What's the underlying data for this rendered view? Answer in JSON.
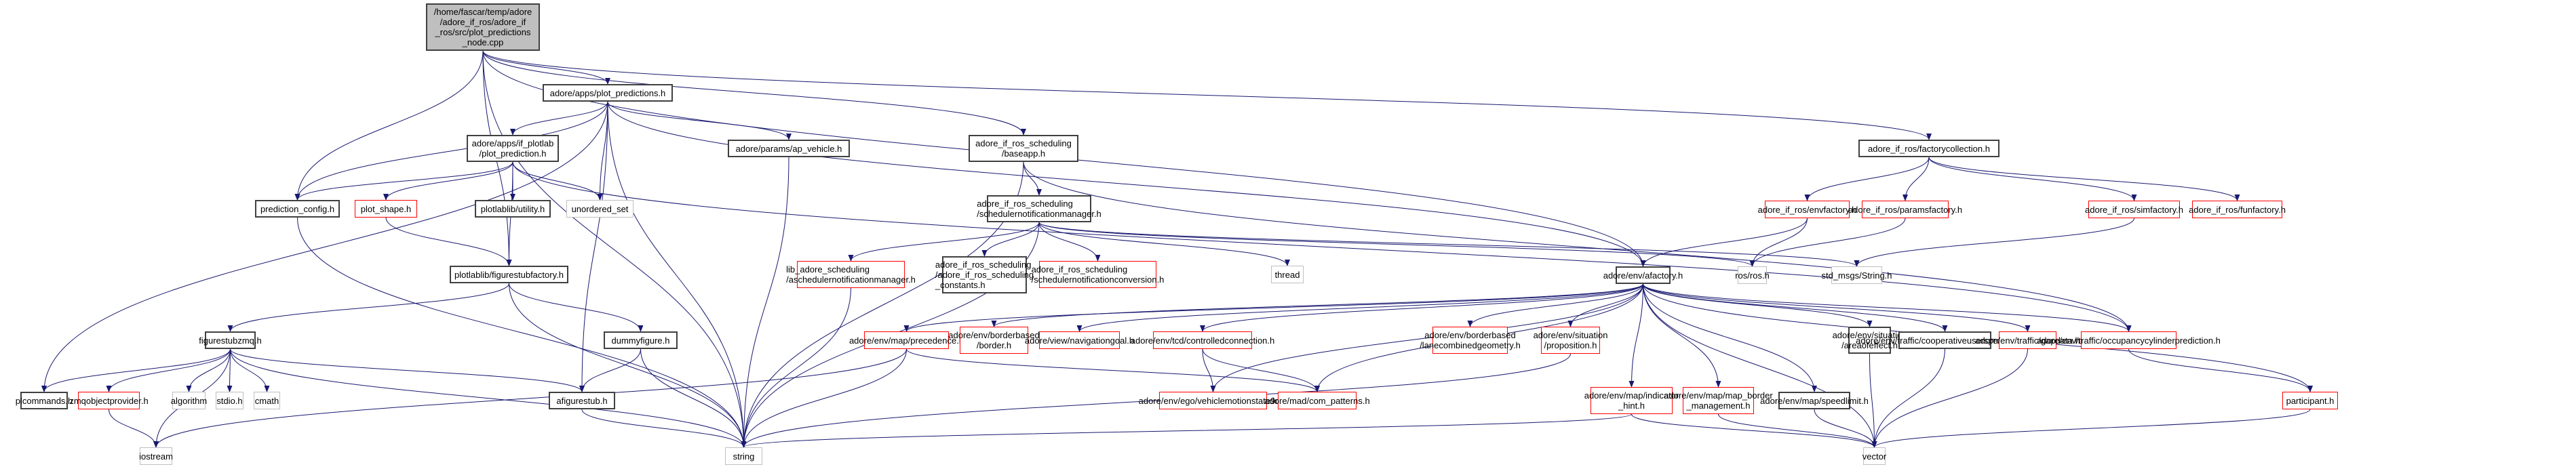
{
  "graph": {
    "title": "Include dependency graph for plot_predictions_node.cpp",
    "edge_color": "#191970",
    "node_styles": {
      "root": {
        "fill": "#bfbfbf",
        "border": "#404040"
      },
      "documented": {
        "fill": "#ffffff",
        "border": "#404040"
      },
      "undocumented": {
        "fill": "#ffffff",
        "border": "#ff0000"
      },
      "external": {
        "fill": "#ffffff",
        "border": "#bfbfbf"
      }
    },
    "nodes": [
      {
        "id": "root",
        "label": "/home/fascar/temp/adore\n/adore_if_ros/adore_if\n_ros/src/plot_predictions\n_node.cpp",
        "kind": "root"
      },
      {
        "id": "plot_predictions",
        "label": "adore/apps/plot_predictions.h",
        "kind": "documented"
      },
      {
        "id": "plot_prediction",
        "label": "adore/apps/if_plotlab\n/plot_prediction.h",
        "kind": "documented"
      },
      {
        "id": "prediction_config",
        "label": "prediction_config.h",
        "kind": "documented"
      },
      {
        "id": "plot_shape",
        "label": "plot_shape.h",
        "kind": "undocumented"
      },
      {
        "id": "plotlab_utility",
        "label": "plotlablib/utility.h",
        "kind": "documented"
      },
      {
        "id": "unordered_set",
        "label": "unordered_set",
        "kind": "external"
      },
      {
        "id": "ap_vehicle",
        "label": "adore/params/ap_vehicle.h",
        "kind": "documented"
      },
      {
        "id": "baseapp",
        "label": "adore_if_ros_scheduling\n/baseapp.h",
        "kind": "documented"
      },
      {
        "id": "factorycollection",
        "label": "adore_if_ros/factorycollection.h",
        "kind": "documented"
      },
      {
        "id": "figurestubfactory",
        "label": "plotlablib/figurestubfactory.h",
        "kind": "documented"
      },
      {
        "id": "figurestubzmq",
        "label": "figurestubzmq.h",
        "kind": "documented"
      },
      {
        "id": "dummyfigure",
        "label": "dummyfigure.h",
        "kind": "documented"
      },
      {
        "id": "afigurestub",
        "label": "afigurestub.h",
        "kind": "documented"
      },
      {
        "id": "plcommands",
        "label": "plcommands.h",
        "kind": "documented"
      },
      {
        "id": "zmqobjectprovider",
        "label": "zmqobjectprovider.h",
        "kind": "undocumented"
      },
      {
        "id": "algorithm",
        "label": "algorithm",
        "kind": "external"
      },
      {
        "id": "stdio",
        "label": "stdio.h",
        "kind": "external"
      },
      {
        "id": "cmath",
        "label": "cmath",
        "kind": "external"
      },
      {
        "id": "iostream",
        "label": "iostream",
        "kind": "external"
      },
      {
        "id": "string",
        "label": "string",
        "kind": "external"
      },
      {
        "id": "schedmgr",
        "label": "adore_if_ros_scheduling\n/schedulernotificationmanager.h",
        "kind": "documented"
      },
      {
        "id": "aschedmgr",
        "label": "lib_adore_scheduling\n/aschedulernotificationmanager.h",
        "kind": "undocumented"
      },
      {
        "id": "sched_constants",
        "label": "adore_if_ros_scheduling\n/adore_if_ros_scheduling\n_constants.h",
        "kind": "documented"
      },
      {
        "id": "sched_conversion",
        "label": "adore_if_ros_scheduling\n/schedulernotificationconversion.h",
        "kind": "undocumented"
      },
      {
        "id": "thread",
        "label": "thread",
        "kind": "external"
      },
      {
        "id": "envfactory",
        "label": "adore_if_ros/envfactory.h",
        "kind": "undocumented"
      },
      {
        "id": "paramsfactory",
        "label": "adore_if_ros/paramsfactory.h",
        "kind": "undocumented"
      },
      {
        "id": "simfactory",
        "label": "adore_if_ros/simfactory.h",
        "kind": "undocumented"
      },
      {
        "id": "funfactory",
        "label": "adore_if_ros/funfactory.h",
        "kind": "undocumented"
      },
      {
        "id": "afactory",
        "label": "adore/env/afactory.h",
        "kind": "documented"
      },
      {
        "id": "ros",
        "label": "ros/ros.h",
        "kind": "external"
      },
      {
        "id": "std_msgs",
        "label": "std_msgs/String.h",
        "kind": "external"
      },
      {
        "id": "precedence",
        "label": "adore/env/map/precedence.h",
        "kind": "undocumented"
      },
      {
        "id": "border",
        "label": "adore/env/borderbased\n/border.h",
        "kind": "undocumented"
      },
      {
        "id": "navigationgoal",
        "label": "adore/view/navigationgoal.h",
        "kind": "undocumented"
      },
      {
        "id": "controlledconnection",
        "label": "adore/env/tcd/controlledconnection.h",
        "kind": "undocumented"
      },
      {
        "id": "lanecombined",
        "label": "adore/env/borderbased\n/lanecombinedgeometry.h",
        "kind": "undocumented"
      },
      {
        "id": "proposition",
        "label": "adore/env/situation\n/proposition.h",
        "kind": "undocumented"
      },
      {
        "id": "areaofeffect",
        "label": "adore/env/situation\n/areaofeffect.h",
        "kind": "documented"
      },
      {
        "id": "cooperative",
        "label": "adore/env/traffic/cooperativeusersprediction.h",
        "kind": "documented"
      },
      {
        "id": "gapdata",
        "label": "adore/env/traffic/gapdata.h",
        "kind": "undocumented"
      },
      {
        "id": "occupancy",
        "label": "adore/env/traffic/occupancycylinderprediction.h",
        "kind": "undocumented"
      },
      {
        "id": "vehiclemotion",
        "label": "adore/env/ego/vehiclemotionstate9d.h",
        "kind": "undocumented"
      },
      {
        "id": "com_patterns",
        "label": "adore/mad/com_patterns.h",
        "kind": "undocumented"
      },
      {
        "id": "indicator_hint",
        "label": "adore/env/map/indicator\n_hint.h",
        "kind": "undocumented"
      },
      {
        "id": "map_border",
        "label": "adore/env/map/map_border\n_management.h",
        "kind": "undocumented"
      },
      {
        "id": "speedlimit",
        "label": "adore/env/map/speedlimit.h",
        "kind": "documented"
      },
      {
        "id": "participant",
        "label": "participant.h",
        "kind": "undocumented"
      },
      {
        "id": "vector",
        "label": "vector",
        "kind": "external"
      }
    ],
    "edges": [
      [
        "root",
        "plot_predictions"
      ],
      [
        "root",
        "prediction_config"
      ],
      [
        "root",
        "figurestubfactory"
      ],
      [
        "root",
        "string"
      ],
      [
        "root",
        "baseapp"
      ],
      [
        "root",
        "factorycollection"
      ],
      [
        "root",
        "afactory"
      ],
      [
        "plot_predictions",
        "plot_prediction"
      ],
      [
        "plot_predictions",
        "prediction_config"
      ],
      [
        "plot_predictions",
        "unordered_set"
      ],
      [
        "plot_predictions",
        "ap_vehicle"
      ],
      [
        "plot_predictions",
        "afactory"
      ],
      [
        "plot_predictions",
        "plcommands"
      ],
      [
        "plot_predictions",
        "string"
      ],
      [
        "plot_predictions",
        "afigurestub"
      ],
      [
        "plot_prediction",
        "prediction_config"
      ],
      [
        "plot_prediction",
        "plot_shape"
      ],
      [
        "plot_prediction",
        "plotlab_utility"
      ],
      [
        "plot_prediction",
        "unordered_set"
      ],
      [
        "plot_prediction",
        "figurestubfactory"
      ],
      [
        "plot_prediction",
        "occupancy"
      ],
      [
        "prediction_config",
        "string"
      ],
      [
        "plot_shape",
        "figurestubfactory"
      ],
      [
        "ap_vehicle",
        "string"
      ],
      [
        "baseapp",
        "schedmgr"
      ],
      [
        "baseapp",
        "string"
      ],
      [
        "baseapp",
        "occupancy"
      ],
      [
        "figurestubfactory",
        "figurestubzmq"
      ],
      [
        "figurestubfactory",
        "dummyfigure"
      ],
      [
        "figurestubfactory",
        "string"
      ],
      [
        "figurestubzmq",
        "plcommands"
      ],
      [
        "figurestubzmq",
        "zmqobjectprovider"
      ],
      [
        "figurestubzmq",
        "algorithm"
      ],
      [
        "figurestubzmq",
        "stdio"
      ],
      [
        "figurestubzmq",
        "cmath"
      ],
      [
        "figurestubzmq",
        "iostream"
      ],
      [
        "figurestubzmq",
        "string"
      ],
      [
        "figurestubzmq",
        "afigurestub"
      ],
      [
        "zmqobjectprovider",
        "iostream"
      ],
      [
        "dummyfigure",
        "afigurestub"
      ],
      [
        "dummyfigure",
        "string"
      ],
      [
        "afigurestub",
        "string"
      ],
      [
        "schedmgr",
        "aschedmgr"
      ],
      [
        "schedmgr",
        "sched_constants"
      ],
      [
        "schedmgr",
        "sched_conversion"
      ],
      [
        "schedmgr",
        "thread"
      ],
      [
        "schedmgr",
        "ros"
      ],
      [
        "schedmgr",
        "std_msgs"
      ],
      [
        "schedmgr",
        "string"
      ],
      [
        "aschedmgr",
        "string"
      ],
      [
        "factorycollection",
        "envfactory"
      ],
      [
        "factorycollection",
        "paramsfactory"
      ],
      [
        "factorycollection",
        "simfactory"
      ],
      [
        "factorycollection",
        "funfactory"
      ],
      [
        "envfactory",
        "afactory"
      ],
      [
        "envfactory",
        "ros"
      ],
      [
        "paramsfactory",
        "ros"
      ],
      [
        "simfactory",
        "std_msgs"
      ],
      [
        "afactory",
        "precedence"
      ],
      [
        "afactory",
        "border"
      ],
      [
        "afactory",
        "navigationgoal"
      ],
      [
        "afactory",
        "controlledconnection"
      ],
      [
        "afactory",
        "lanecombined"
      ],
      [
        "afactory",
        "proposition"
      ],
      [
        "afactory",
        "areaofeffect"
      ],
      [
        "afactory",
        "cooperative"
      ],
      [
        "afactory",
        "gapdata"
      ],
      [
        "afactory",
        "occupancy"
      ],
      [
        "afactory",
        "vehiclemotion"
      ],
      [
        "afactory",
        "com_patterns"
      ],
      [
        "afactory",
        "indicator_hint"
      ],
      [
        "afactory",
        "map_border"
      ],
      [
        "afactory",
        "speedlimit"
      ],
      [
        "afactory",
        "participant"
      ],
      [
        "afactory",
        "vector"
      ],
      [
        "precedence",
        "string"
      ],
      [
        "precedence",
        "iostream"
      ],
      [
        "precedence",
        "com_patterns"
      ],
      [
        "controlledconnection",
        "vehiclemotion"
      ],
      [
        "controlledconnection",
        "com_patterns"
      ],
      [
        "proposition",
        "string"
      ],
      [
        "indicator_hint",
        "string"
      ],
      [
        "indicator_hint",
        "vector"
      ],
      [
        "map_border",
        "vector"
      ],
      [
        "speedlimit",
        "vector"
      ],
      [
        "areaofeffect",
        "vector"
      ],
      [
        "cooperative",
        "vector"
      ],
      [
        "gapdata",
        "vector"
      ],
      [
        "occupancy",
        "participant"
      ],
      [
        "participant",
        "vector"
      ]
    ]
  }
}
